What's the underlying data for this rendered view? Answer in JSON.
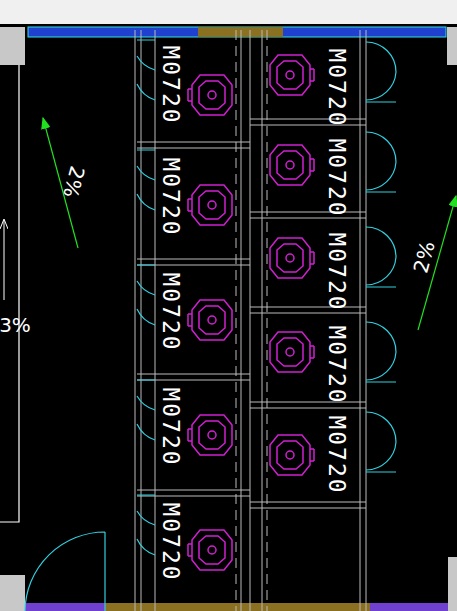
{
  "diagram": {
    "labels": [
      "M0720",
      "M0720",
      "M0720",
      "M0720",
      "M0720",
      "M0720",
      "M0720",
      "M0720",
      "M0720",
      "M0720",
      "2%",
      "2%",
      "3%"
    ]
  }
}
